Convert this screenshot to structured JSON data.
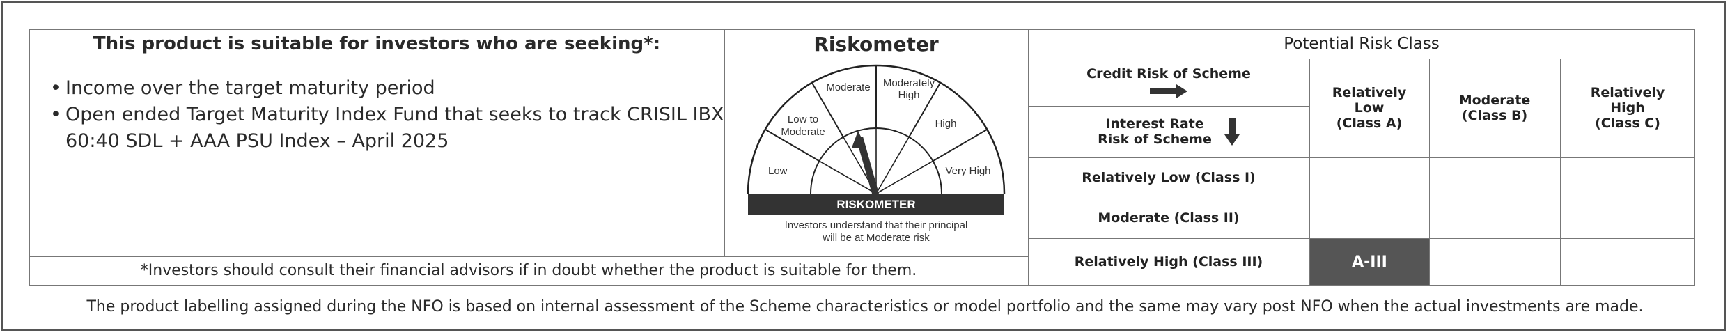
{
  "suitability": {
    "heading": "This product is suitable for investors who are seeking*:",
    "bullets": [
      "Income over the target maturity period",
      "Open ended Target Maturity Index Fund that seeks to track CRISIL IBX",
      "60:40 SDL + AAA PSU Index – April 2025"
    ],
    "disclaimer": "*Investors should consult their financial advisors if in doubt whether the product is suitable for them."
  },
  "riskometer": {
    "heading": "Riskometer",
    "segments": [
      "Low",
      "Low to",
      "Moderate",
      "Moderate",
      "Moderately",
      "High",
      "High",
      "Very High"
    ],
    "band_label": "RISKOMETER",
    "caption_line1": "Investors understand that their principal",
    "caption_line2": "will be at Moderate risk",
    "colors": {
      "dark": "#333333",
      "line": "#222222"
    }
  },
  "prc": {
    "heading": "Potential Risk Class",
    "credit_risk_label": "Credit Risk of Scheme",
    "interest_rate_label_1": "Interest Rate",
    "interest_rate_label_2": "Risk of Scheme",
    "columns": [
      {
        "l1": "Relatively",
        "l2": "Low",
        "l3": "(Class A)"
      },
      {
        "l1": "Moderate",
        "l2": "(Class B)",
        "l3": ""
      },
      {
        "l1": "Relatively",
        "l2": "High",
        "l3": "(Class C)"
      }
    ],
    "rows": [
      "Relatively Low (Class I)",
      "Moderate (Class II)",
      "Relatively High (Class III)"
    ],
    "highlight": "A-III",
    "highlight_color": "#555555"
  },
  "footer": "The product labelling assigned during the NFO is based on internal assessment of the Scheme characteristics or model portfolio and the same may vary post NFO when the actual investments are made."
}
